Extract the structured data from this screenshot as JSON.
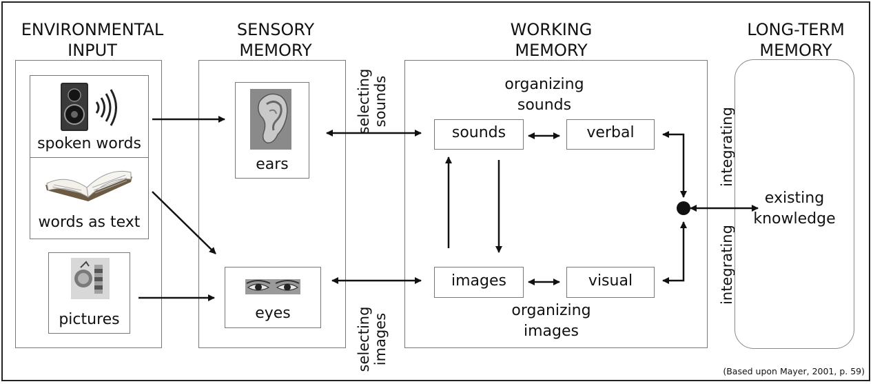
{
  "headings": {
    "environmental_line1": "ENVIRONMENTAL",
    "environmental_line2": "INPUT",
    "sensory_line1": "SENSORY",
    "sensory_line2": "MEMORY",
    "working_line1": "WORKING",
    "working_line2": "MEMORY",
    "longterm_line1": "LONG-TERM",
    "longterm_line2": "MEMORY"
  },
  "inputs": {
    "spoken_words": "spoken words",
    "words_as_text": "words as text",
    "pictures": "pictures"
  },
  "sensory": {
    "ears": "ears",
    "eyes": "eyes"
  },
  "selecting": {
    "sounds_line1": "selecting",
    "sounds_line2": "sounds",
    "images_line1": "selecting",
    "images_line2": "images"
  },
  "working": {
    "organizing_sounds_line1": "organizing",
    "organizing_sounds_line2": "sounds",
    "organizing_images_line1": "organizing",
    "organizing_images_line2": "images",
    "sounds": "sounds",
    "verbal": "verbal",
    "images": "images",
    "visual": "visual"
  },
  "integrating": {
    "top": "integrating",
    "bottom": "integrating"
  },
  "longterm": {
    "line1": "existing",
    "line2": "knowledge"
  },
  "credit": "(Based upon Mayer, 2001, p. 59)"
}
